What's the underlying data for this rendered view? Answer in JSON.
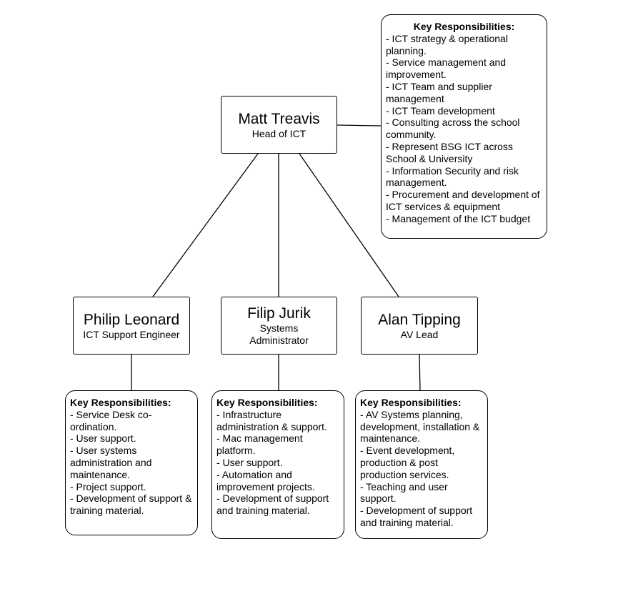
{
  "head": {
    "name": "Matt Treavis",
    "role": "Head of ICT",
    "responsibilities_title": "Key Responsibilities:",
    "responsibilities": [
      "- ICT strategy & operational planning.",
      "- Service management and improvement.",
      "- ICT Team and supplier management",
      "- ICT Team development",
      "- Consulting across the school community.",
      "- Represent BSG ICT across School & University",
      "- Information Security and risk management.",
      "- Procurement and development of ICT services & equipment",
      "- Management of the ICT budget"
    ]
  },
  "reports": [
    {
      "name": "Philip Leonard",
      "role": "ICT Support Engineer",
      "responsibilities_title": "Key Responsibilities:",
      "responsibilities": [
        "- Service Desk co-ordination.",
        "- User support.",
        "- User systems administration and maintenance.",
        "- Project support.",
        "- Development of support & training material."
      ]
    },
    {
      "name": "Filip Jurik",
      "role": "Systems Administrator",
      "responsibilities_title": "Key Responsibilities:",
      "responsibilities": [
        "- Infrastructure administration & support.",
        "- Mac management platform.",
        "- User support.",
        "- Automation and improvement projects.",
        "- Development of support and training material."
      ]
    },
    {
      "name": "Alan Tipping",
      "role": "AV Lead",
      "responsibilities_title": "Key Responsibilities:",
      "responsibilities": [
        "- AV Systems planning, development, installation & maintenance.",
        "- Event development, production & post production services.",
        "- Teaching and user support.",
        "- Development of support and training material."
      ]
    }
  ]
}
